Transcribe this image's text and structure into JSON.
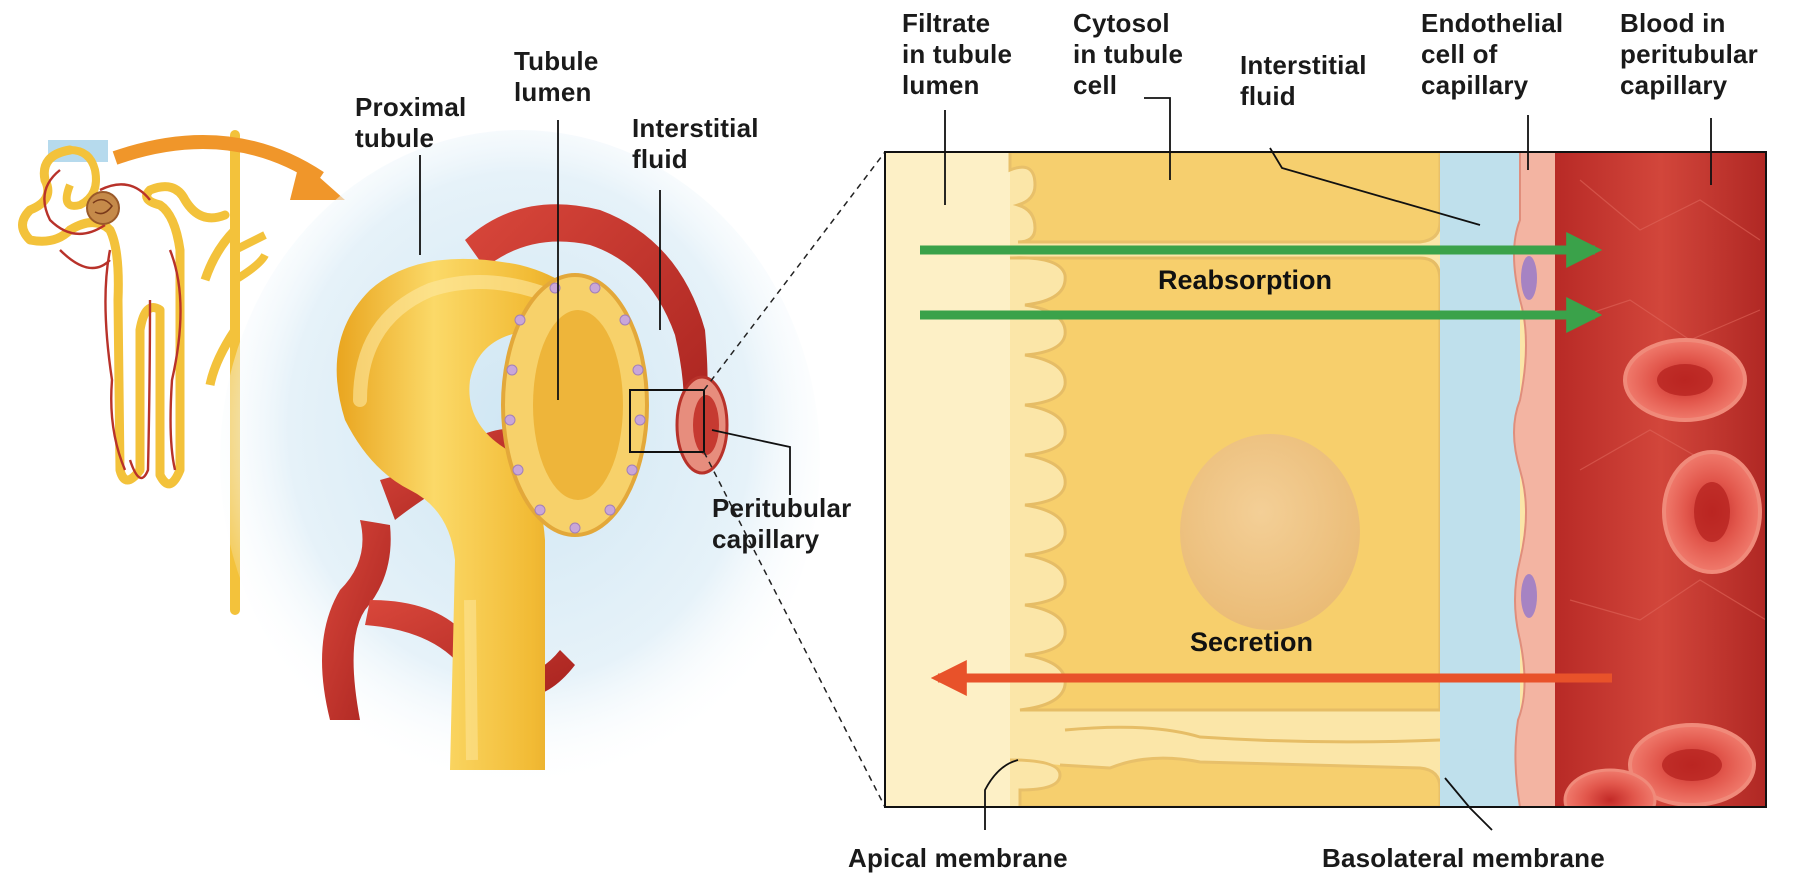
{
  "colors": {
    "tubule_yellow": "#f5c33b",
    "capillary_red": "#c9342c",
    "interstitial_blue": "#bfe0ec",
    "reabsorption_arrow": "#3aa24a",
    "secretion_arrow": "#e8522a",
    "callout_arrow": "#f0962a"
  },
  "labels": {
    "proximal_tubule": "Proximal\ntubule",
    "tubule_lumen": "Tubule\nlumen",
    "interstitial_fluid_left": "Interstitial\nfluid",
    "peritubular_capillary": "Peritubular\ncapillary",
    "filtrate": "Filtrate\nin tubule\nlumen",
    "cytosol": "Cytosol\nin tubule\ncell",
    "interstitial_fluid_right": "Interstitial\nfluid",
    "endothelial": "Endothelial\ncell of\ncapillary",
    "blood": "Blood in\nperitubular\ncapillary",
    "apical": "Apical membrane",
    "basolateral": "Basolateral membrane"
  },
  "processes": {
    "reabsorption": "Reabsorption",
    "secretion": "Secretion"
  }
}
